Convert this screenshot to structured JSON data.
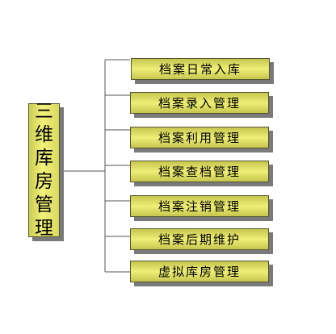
{
  "diagram": {
    "root": {
      "label": "三维库房管理"
    },
    "children": [
      {
        "label": "档案日常入库"
      },
      {
        "label": "档案录入管理"
      },
      {
        "label": "档案利用管理"
      },
      {
        "label": "档案查档管理"
      },
      {
        "label": "档案注销管理"
      },
      {
        "label": "档案后期维护"
      },
      {
        "label": "虚拟库房管理"
      }
    ],
    "colors": {
      "box_fill": "#e8e870",
      "box_border": "#555533",
      "shadow": "#7a7a7a",
      "connector": "#555555"
    }
  }
}
